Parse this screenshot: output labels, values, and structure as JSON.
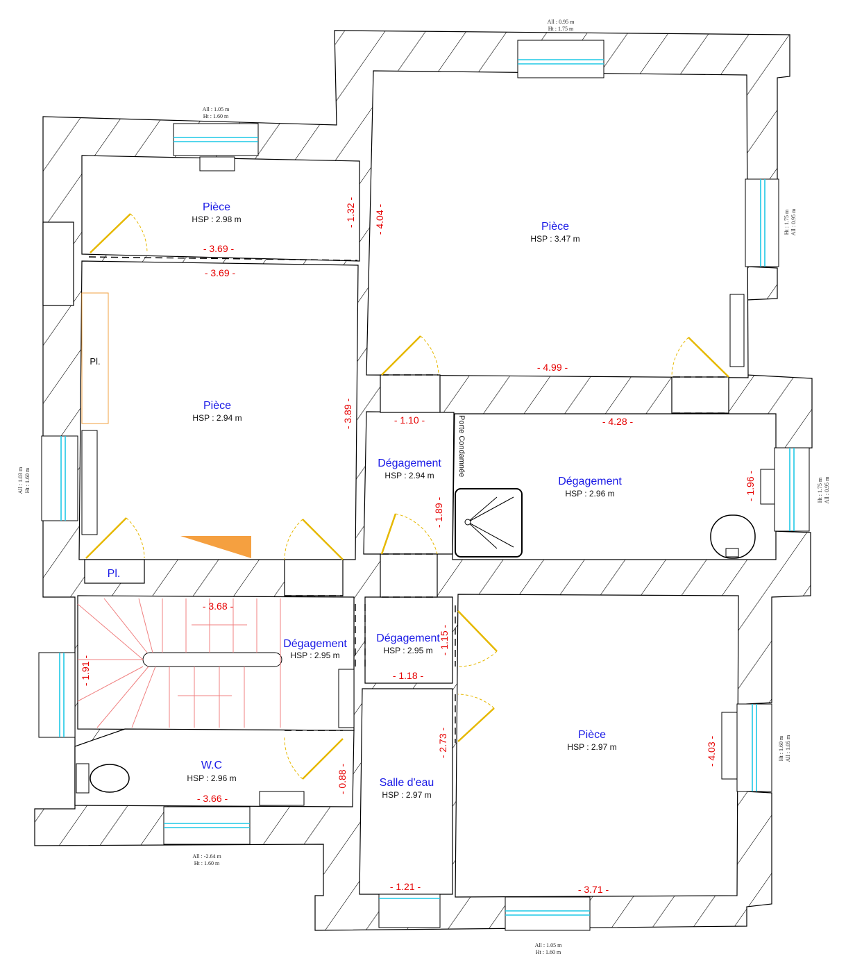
{
  "rooms": [
    {
      "name": "Pièce",
      "hsp": "HSP : 2.98 m"
    },
    {
      "name": "Pièce",
      "hsp": "HSP : 3.47 m"
    },
    {
      "name": "Pièce",
      "hsp": "HSP : 2.94 m"
    },
    {
      "name": "Dégagement",
      "hsp": "HSP : 2.94 m"
    },
    {
      "name": "Dégagement",
      "hsp": "HSP : 2.96 m"
    },
    {
      "name": "Dégagement",
      "hsp": "HSP : 2.95 m"
    },
    {
      "name": "Dégagement",
      "hsp": "HSP : 2.95 m"
    },
    {
      "name": "W.C",
      "hsp": "HSP : 2.96 m"
    },
    {
      "name": "Salle d'eau",
      "hsp": "HSP : 2.97 m"
    },
    {
      "name": "Pièce",
      "hsp": "HSP : 2.97 m"
    }
  ],
  "dimensions": {
    "d1": "- 3.69 -",
    "d2": "- 3.69 -",
    "d3": "- 1.32 -",
    "d4": "- 4.04 -",
    "d5": "- 4.99 -",
    "d6": "- 3.89 -",
    "d7": "- 1.10 -",
    "d8": "- 4.28 -",
    "d9": "- 1.89 -",
    "d10": "- 1.96 -",
    "d11": "- 3.68 -",
    "d12": "- 1.91 -",
    "d13": "- 1.15 -",
    "d14": "- 1.18 -",
    "d15": "- 2.73 -",
    "d16": "- 0.88 -",
    "d17": "- 3.66 -",
    "d18": "- 4.03 -",
    "d19": "- 1.21 -",
    "d20": "- 3.71 -"
  },
  "windows": {
    "w_top_right": {
      "all": "All : 0.95 m",
      "ht": "Ht : 1.75 m"
    },
    "w_top_left": {
      "all": "All : 1.05 m",
      "ht": "Ht : 1.60 m"
    },
    "w_right_upper": {
      "ht": "Ht : 1.75 m",
      "all": "All : 0.95 m"
    },
    "w_left": {
      "all": "All : 1.03 m",
      "ht": "Ht : 1.60 m"
    },
    "w_right_mid": {
      "ht": "Ht : 1.75 m",
      "all": "All : 0.95 m"
    },
    "w_right_lower": {
      "ht": "Ht : 1.60 m",
      "all": "All : 1.05 m"
    },
    "w_bottom_left": {
      "all": "All : -2.64 m",
      "ht": "Ht : 1.60 m"
    },
    "w_bottom_right": {
      "all": "All : 1.05 m",
      "ht": "Ht : 1.60 m"
    }
  },
  "labels": {
    "placard1": "Pl.",
    "placard2": "Pl.",
    "porte": "Porte Condamnée"
  },
  "colors": {
    "wall_hatch": "#000000",
    "window_glass": "#1ec8e6",
    "door_swing": "#e6b800",
    "dimension_text": "#e60000",
    "room_name": "#1a1ae6",
    "stair_lines": "#f08080",
    "landing": "#f5a040"
  }
}
